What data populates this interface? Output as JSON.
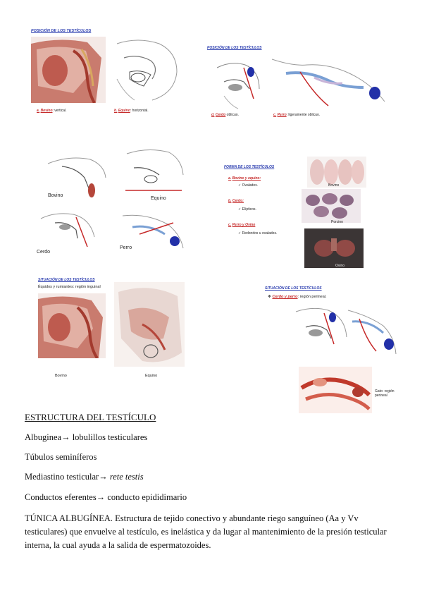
{
  "slide1": {
    "title": "POSICIÓN DE LOS TESTÍCULOS",
    "cap_a_letter": "a.",
    "cap_a_species": "Bovino",
    "cap_a_text": ": vertical.",
    "cap_b_letter": "b.",
    "cap_b_species": "Equino",
    "cap_b_text": ": horizontal."
  },
  "slide2": {
    "title": "POSICIÓN DE LOS TESTÍCULOS",
    "cap_d_letter": "d.",
    "cap_d_species": "Cerdo",
    "cap_d_text": " oblicuo.",
    "cap_c_letter": "c.",
    "cap_c_species": "Perro",
    "cap_c_text": ": ligeramente oblicuo."
  },
  "slide3": {
    "labels": {
      "bovino": "Bovino",
      "equino": "Equino",
      "cerdo": "Cerdo",
      "perro": "Perro"
    }
  },
  "slide4": {
    "title": "FORMA DE LOS TESTÍCULOS",
    "item_a_letter": "a.",
    "item_a_species": "Bovino y equino:",
    "item_a_detail": "Ovalados.",
    "item_b_letter": "b.",
    "item_b_species": "Cerdo:",
    "item_b_detail": "Elípticos.",
    "item_c_letter": "c.",
    "item_c_species": "Perro y Ovino",
    "item_c_detail": "Redondos u ovalados.",
    "photo_labels": {
      "bovino": "Bovino",
      "porcino": "Porcino",
      "ovino": "Ovino"
    }
  },
  "slide5": {
    "title": "SITUACIÓN DE LOS TESTÍCULOS",
    "subtitle": "Équidos y rumiantes: región inguinal",
    "labels": {
      "bovino": "Bovino",
      "equino": "Equino"
    }
  },
  "slide6": {
    "title": "SITUACIÓN DE LOS TESTÍCULOS",
    "item_species": "Cerdo y perro",
    "item_text": ": región perineal.",
    "cat_label": "Gato: región perineal"
  },
  "doc": {
    "heading": "ESTRUCTURA DEL TESTÍCULO",
    "line1_a": "Albuginea",
    "line1_arrow": "→",
    "line1_b": " lobulillos testiculares",
    "line2": "Túbulos seminíferos",
    "line3_a": "Mediastino testicular",
    "line3_arrow": "→",
    "line3_b": "rete testis",
    "line4_a": "Conductos eferentes",
    "line4_arrow": "→",
    "line4_b": " conducto epididimario",
    "para_title": "TÚNICA ALBUGÍNEA.",
    "para_body": " Estructura de tejido conectivo y abundante riego sanguíneo (Aa y Vv testiculares) que envuelve al testículo, es inelástica y da lugar al mantenimiento de la presión testicular interna, la cual ayuda a la salida de espermatozoides."
  },
  "colors": {
    "title_blue": "#2d3fb0",
    "caption_red": "#c62a2a",
    "tissue_red": "#b5463a",
    "testis_blue": "#2230a8"
  }
}
